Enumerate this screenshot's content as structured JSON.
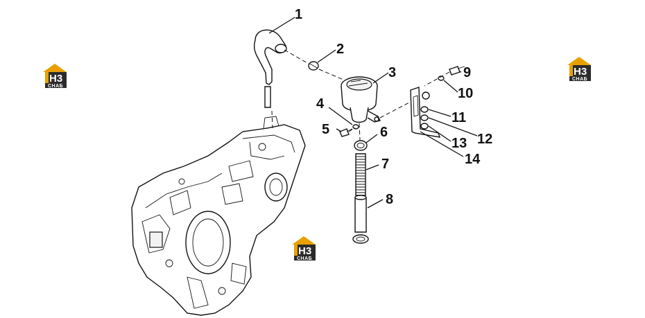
{
  "callouts": [
    {
      "id": "1",
      "label": "1"
    },
    {
      "id": "2",
      "label": "2"
    },
    {
      "id": "3",
      "label": "3"
    },
    {
      "id": "4",
      "label": "4"
    },
    {
      "id": "5",
      "label": "5"
    },
    {
      "id": "6",
      "label": "6"
    },
    {
      "id": "7",
      "label": "7"
    },
    {
      "id": "8",
      "label": "8"
    },
    {
      "id": "9",
      "label": "9"
    },
    {
      "id": "10",
      "label": "10"
    },
    {
      "id": "11",
      "label": "11"
    },
    {
      "id": "12",
      "label": "12"
    },
    {
      "id": "13",
      "label": "13"
    },
    {
      "id": "14",
      "label": "14"
    }
  ],
  "logo": {
    "mark": "H3",
    "caption": "CHAБ",
    "colors": {
      "roof": "#e8a000",
      "box": "#2b2b2b"
    }
  }
}
